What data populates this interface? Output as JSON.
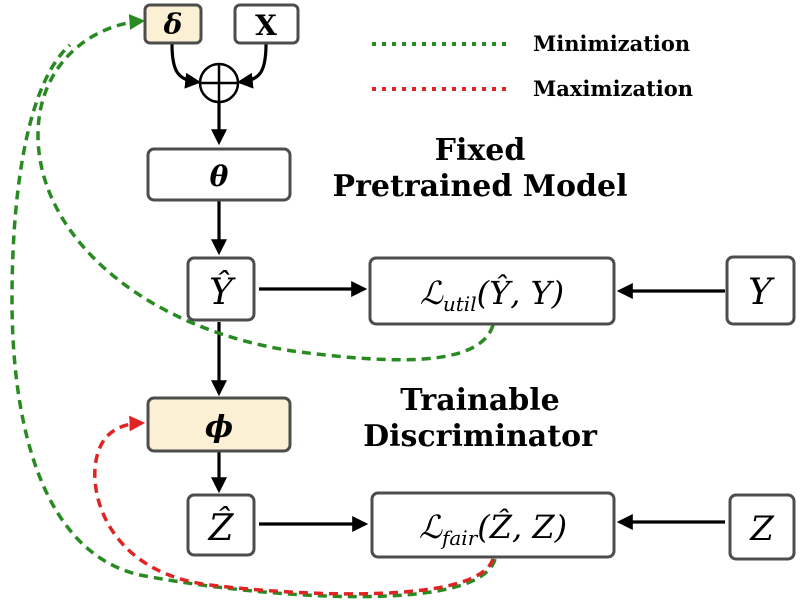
{
  "nodes": {
    "delta": "δ",
    "x": "X",
    "oplus": "⊕",
    "theta": "θ",
    "y_hat": "Ŷ",
    "loss_util": "ℒutil(Ŷ, Y)",
    "loss_util_script": "ℒ",
    "loss_util_sub": "util",
    "loss_util_args": "(Ŷ, Y)",
    "y": "Y",
    "phi": "ϕ",
    "z_hat": "Ẑ",
    "loss_fair": "ℒfair(Ẑ, Z)",
    "loss_fair_script": "ℒ",
    "loss_fair_sub": "fair",
    "loss_fair_args": "(Ẑ, Z)",
    "z": "Z"
  },
  "labels": {
    "fixed_line1": "Fixed",
    "fixed_line2": "Pretrained Model",
    "trainable_line1": "Trainable",
    "trainable_line2": "Discriminator"
  },
  "legend": {
    "minimization": "Minimization",
    "maximization": "Maximization"
  },
  "colors": {
    "minimization": "#2a8a22",
    "maximization": "#e02424",
    "highlight_fill": "#fbefd4"
  }
}
